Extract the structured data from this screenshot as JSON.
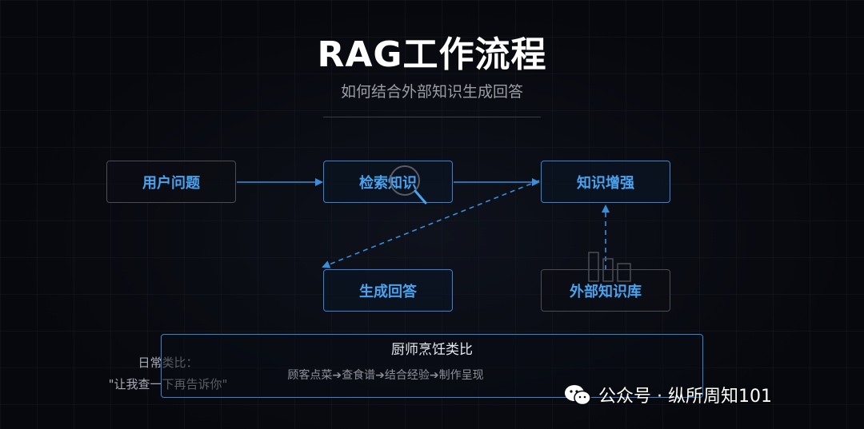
{
  "header": {
    "title": "RAG工作流程",
    "subtitle": "如何结合外部知识生成回答"
  },
  "nodes": {
    "user_question": "用户问题",
    "retrieve_knowledge": "检索知识",
    "knowledge_augment": "知识增强",
    "generate_answer": "生成回答",
    "external_kb": "外部知识库"
  },
  "analogy": {
    "side_line1": "日常类比：",
    "side_line2": "\"让我查一下再告诉你\"",
    "title": "厨师烹饪类比",
    "steps": "顾客点菜➔查食谱➔结合经验➔制作呈现"
  },
  "watermark": {
    "text": "公众号 · 纵所周知101"
  },
  "colors": {
    "accent_blue": "#2f86d6",
    "node_text": "#4aa3f0",
    "background": "#07080d"
  }
}
